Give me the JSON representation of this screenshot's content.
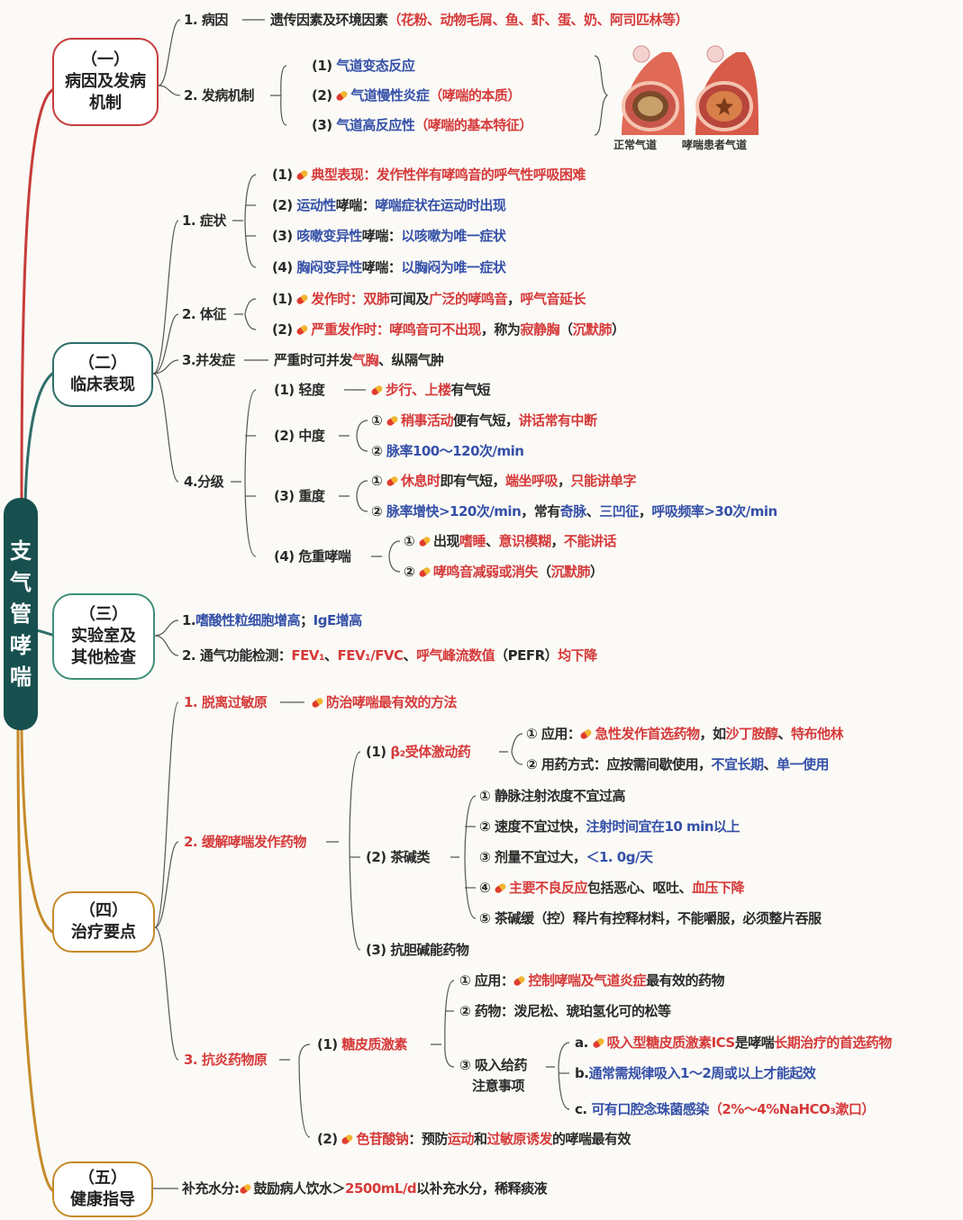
{
  "root": {
    "chars": [
      "支",
      "气",
      "管",
      "哮",
      "喘"
    ]
  },
  "colors": {
    "red": "#d63a3a",
    "blue": "#3550a8",
    "root_bg": "#17504f"
  },
  "sections": [
    {
      "line1": "（一）",
      "line2": "病因及发病",
      "line3": "机制"
    },
    {
      "line1": "（二）",
      "line2": "临床表现"
    },
    {
      "line1": "（三）",
      "line2": "实验室及",
      "line3": "其他检查"
    },
    {
      "line1": "（四）",
      "line2": "治疗要点"
    },
    {
      "line1": "（五）",
      "line2": "健康指导"
    }
  ],
  "s1": {
    "cause_label": "1. 病因",
    "cause_text": "遗传因素及环境因素",
    "cause_detail": "（花粉、动物毛屑、鱼、虾、蛋、奶、阿司匹林等）",
    "mech_label": "2. 发病机制",
    "mech": [
      {
        "num": "(1)",
        "text": "气道变态反应",
        "note": ""
      },
      {
        "num": "(2)",
        "text": "气道慢性炎症",
        "note": "（哮喘的本质）"
      },
      {
        "num": "(3)",
        "text": "气道高反应性",
        "note": "（哮喘的基本特征）"
      }
    ],
    "fig_normal": "正常气道",
    "fig_asthma": "哮喘患者气道"
  },
  "s2": {
    "sym_label": "1. 症状",
    "sym1": {
      "num": "(1)",
      "a": "典型表现：",
      "b": "发作性伴有哮鸣音的呼气性呼吸困难"
    },
    "sym2": {
      "num": "(2)",
      "a": "运动性",
      "b": "哮喘：",
      "c": "哮喘症状在运动时出现"
    },
    "sym3": {
      "num": "(3)",
      "a": "咳嗽变异性",
      "b": "哮喘：",
      "c": "以咳嗽为唯一症状"
    },
    "sym4": {
      "num": "(4)",
      "a": "胸闷变异性",
      "b": "哮喘：",
      "c": "以胸闷为唯一症状"
    },
    "sign_label": "2. 体征",
    "sign1": {
      "num": "(1)",
      "a": "发作时：",
      "b": "双肺",
      "c": "可闻及",
      "d": "广泛的哮鸣音",
      "e": "，",
      "f": "呼气音延长"
    },
    "sign2": {
      "num": "(2)",
      "a": "严重发作时：",
      "b": "哮鸣音可不出现",
      "c": "，称为",
      "d": "寂静胸",
      "e": "（",
      "f": "沉默肺",
      "g": "）"
    },
    "comp_label": "3.并发症",
    "comp": {
      "a": "严重时可并发",
      "b": "气胸",
      "c": "、纵隔气肿"
    },
    "grade_label": "4.分级",
    "g1": {
      "num": "(1)",
      "label": "轻度",
      "a": "步行、上楼",
      "b": "有气短"
    },
    "g2": {
      "num": "(2)",
      "label": "中度",
      "i1": {
        "n": "①",
        "a": "稍事活动",
        "b": "便有气短，",
        "c": "讲话常有中断"
      },
      "i2": {
        "n": "②",
        "a": "脉率100～120次/min"
      }
    },
    "g3": {
      "num": "(3)",
      "label": "重度",
      "i1": {
        "n": "①",
        "a": "休息时",
        "b": "即有气短，",
        "c": "端坐呼吸",
        "d": "，",
        "e": "只能讲单字"
      },
      "i2": {
        "n": "②",
        "a": "脉率增快>120次/min",
        "b": "，常有",
        "c": "奇脉",
        "d": "、",
        "e": "三凹征",
        "f": "，",
        "g": "呼吸频率>30次/min"
      }
    },
    "g4": {
      "num": "(4)",
      "label": "危重哮喘",
      "i1": {
        "n": "①",
        "a": "出现",
        "b": "嗜睡",
        "c": "、",
        "d": "意识模糊",
        "e": "，",
        "f": "不能讲话"
      },
      "i2": {
        "n": "②",
        "a": "哮鸣音减弱或消失",
        "b": "（",
        "c": "沉默肺",
        "d": "）"
      }
    }
  },
  "s3": {
    "l1": {
      "a": "1.",
      "b": "嗜酸性粒细胞增高",
      "c": "；",
      "d": "IgE增高"
    },
    "l2": {
      "a": "2. 通气功能检测：",
      "b": "FEV₁",
      "c": "、",
      "d": "FEV₁/FVC",
      "e": "、",
      "f": "呼气峰流数值",
      "g": "（PEFR）",
      "h": "均下降"
    }
  },
  "s4": {
    "t1": {
      "label": "1. 脱离过敏原",
      "text": "防治哮喘最有效的方法"
    },
    "t2_label": "2. 缓解哮喘发作药物",
    "beta": {
      "num": "(1)",
      "label": "β₂受体激动药",
      "i1": {
        "n": "① 应用：",
        "a": "急性发作首选药物",
        "b": "，如",
        "c": "沙丁胺醇",
        "d": "、",
        "e": "特布他林"
      },
      "i2": {
        "n": "② 用药方式：",
        "a": "应按需间歇使用，",
        "b": "不宜长期",
        "c": "、",
        "d": "单一使用"
      }
    },
    "theo": {
      "num": "(2)",
      "label": "茶碱类",
      "i1": {
        "n": "①",
        "a": "静脉注射浓度不宜过高"
      },
      "i2": {
        "n": "②",
        "a": "速度不宜过快，",
        "b": "注射时间宜在10 min以上"
      },
      "i3": {
        "n": "③",
        "a": "剂量不宜过大，",
        "b": "＜1. 0g/天"
      },
      "i4": {
        "n": "④",
        "a": "主要不良反应",
        "b": "包括恶心、呕吐、",
        "c": "血压下降"
      },
      "i5": {
        "n": "⑤",
        "a": "茶碱缓（控）释片有控释材料，不能嚼服，必须整片吞服"
      }
    },
    "anti": {
      "num": "(3)",
      "label": "抗胆碱能药物"
    },
    "t3_label": "3. 抗炎药物原",
    "gc": {
      "num": "(1)",
      "label": "糖皮质激素",
      "i1": {
        "n": "① 应用：",
        "a": "控制哮喘及气道炎症",
        "b": "最有效的药物"
      },
      "i2": {
        "n": "② 药物：",
        "a": "泼尼松、琥珀氢化可的松等"
      },
      "i3": {
        "n": "③",
        "l1": "吸入给药",
        "l2": "注意事项"
      },
      "a": {
        "n": "a.",
        "a": "吸入型糖皮质激素ICS",
        "b": "是哮喘",
        "c": "长期治疗的首选药物"
      },
      "b": {
        "n": "b.",
        "a": "通常需规律吸入1～2周或以上才能起效"
      },
      "c": {
        "n": "c.",
        "a": "可有口腔念珠菌感染",
        "b": "（2%～4%NaHCO₃漱口）"
      }
    },
    "cro": {
      "num": "(2)",
      "a": "色苷酸钠",
      "b": "：预防",
      "c": "运动",
      "d": "和",
      "e": "过敏原诱发",
      "f": "的哮喘最有效"
    }
  },
  "s5": {
    "a": "补充水分:",
    "b": "鼓励病人饮水＞",
    "c": "2500mL/d",
    "d": "以补充水分，稀释痰液"
  }
}
